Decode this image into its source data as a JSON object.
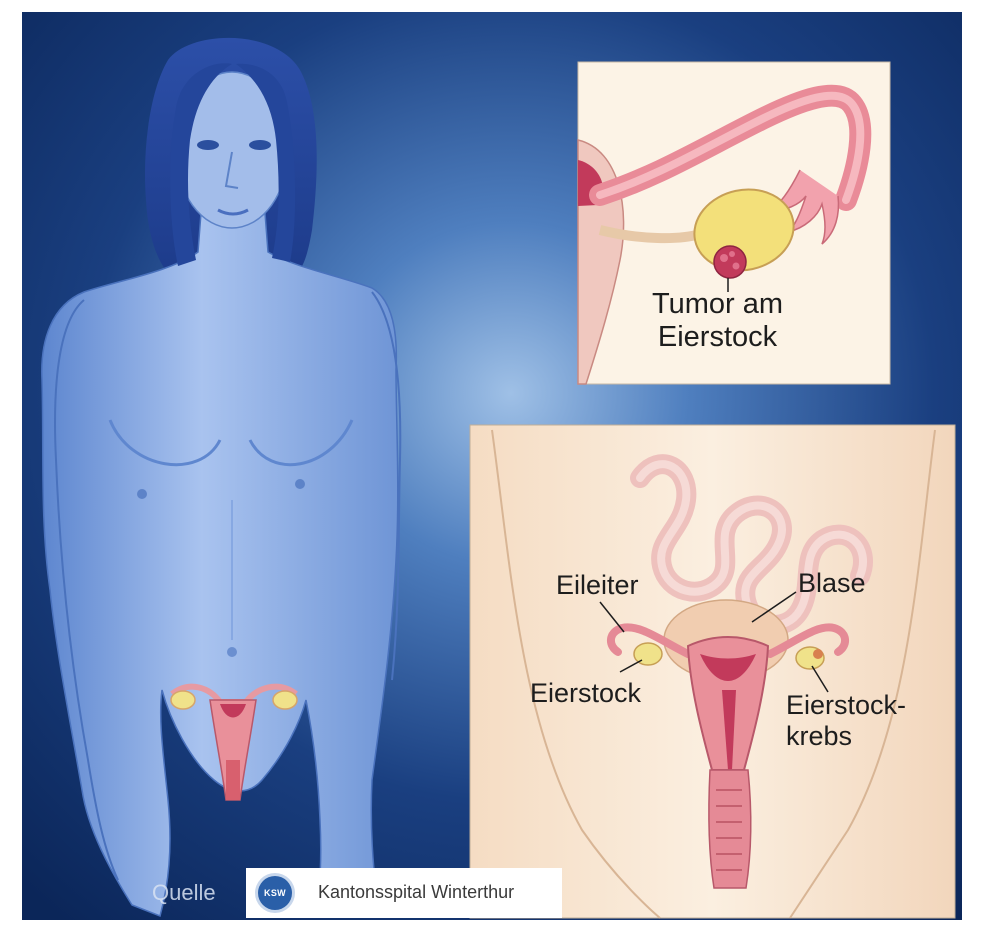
{
  "labels": {
    "tumor_line1": "Tumor am",
    "tumor_line2": "Eierstock",
    "eileiter": "Eileiter",
    "blase": "Blase",
    "eierstock": "Eierstock",
    "krebs_line1": "Eierstock-",
    "krebs_line2": "krebs"
  },
  "footer": {
    "source": "Quelle",
    "logo_mark": "KSW",
    "logo_name": "Kantonsspital Winterthur"
  },
  "colors": {
    "background_dark": "#0e2f66",
    "figure_blue": "#7fa3e0",
    "panel_cream": "#fbf1e4",
    "tissue_pink": "#e9909a",
    "ovary_yellow": "#f0e28a",
    "tumor_red": "#c23a5b"
  }
}
